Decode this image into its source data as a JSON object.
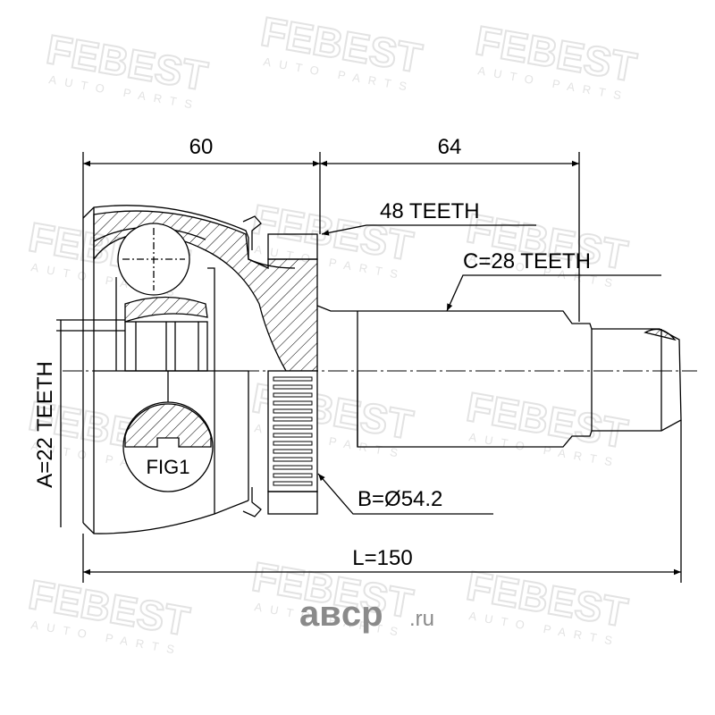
{
  "watermark": {
    "brand": "FEBEST",
    "tagline": "AUTO PARTS",
    "color": "#e3e3e3"
  },
  "dimensions": {
    "left_length": "60",
    "right_length": "64",
    "total_length": "L=150"
  },
  "labels": {
    "teeth_48": "48 TEETH",
    "teeth_c": "C=28 TEETH",
    "teeth_a": "A=22 TEETH",
    "diameter_b": "B=Ø54.2",
    "fig": "FIG1"
  },
  "site_logo": {
    "name": "aвcp",
    "suffix": ".ru",
    "color": "#8a8a8a"
  },
  "colors": {
    "line": "#000000",
    "background": "#ffffff"
  }
}
